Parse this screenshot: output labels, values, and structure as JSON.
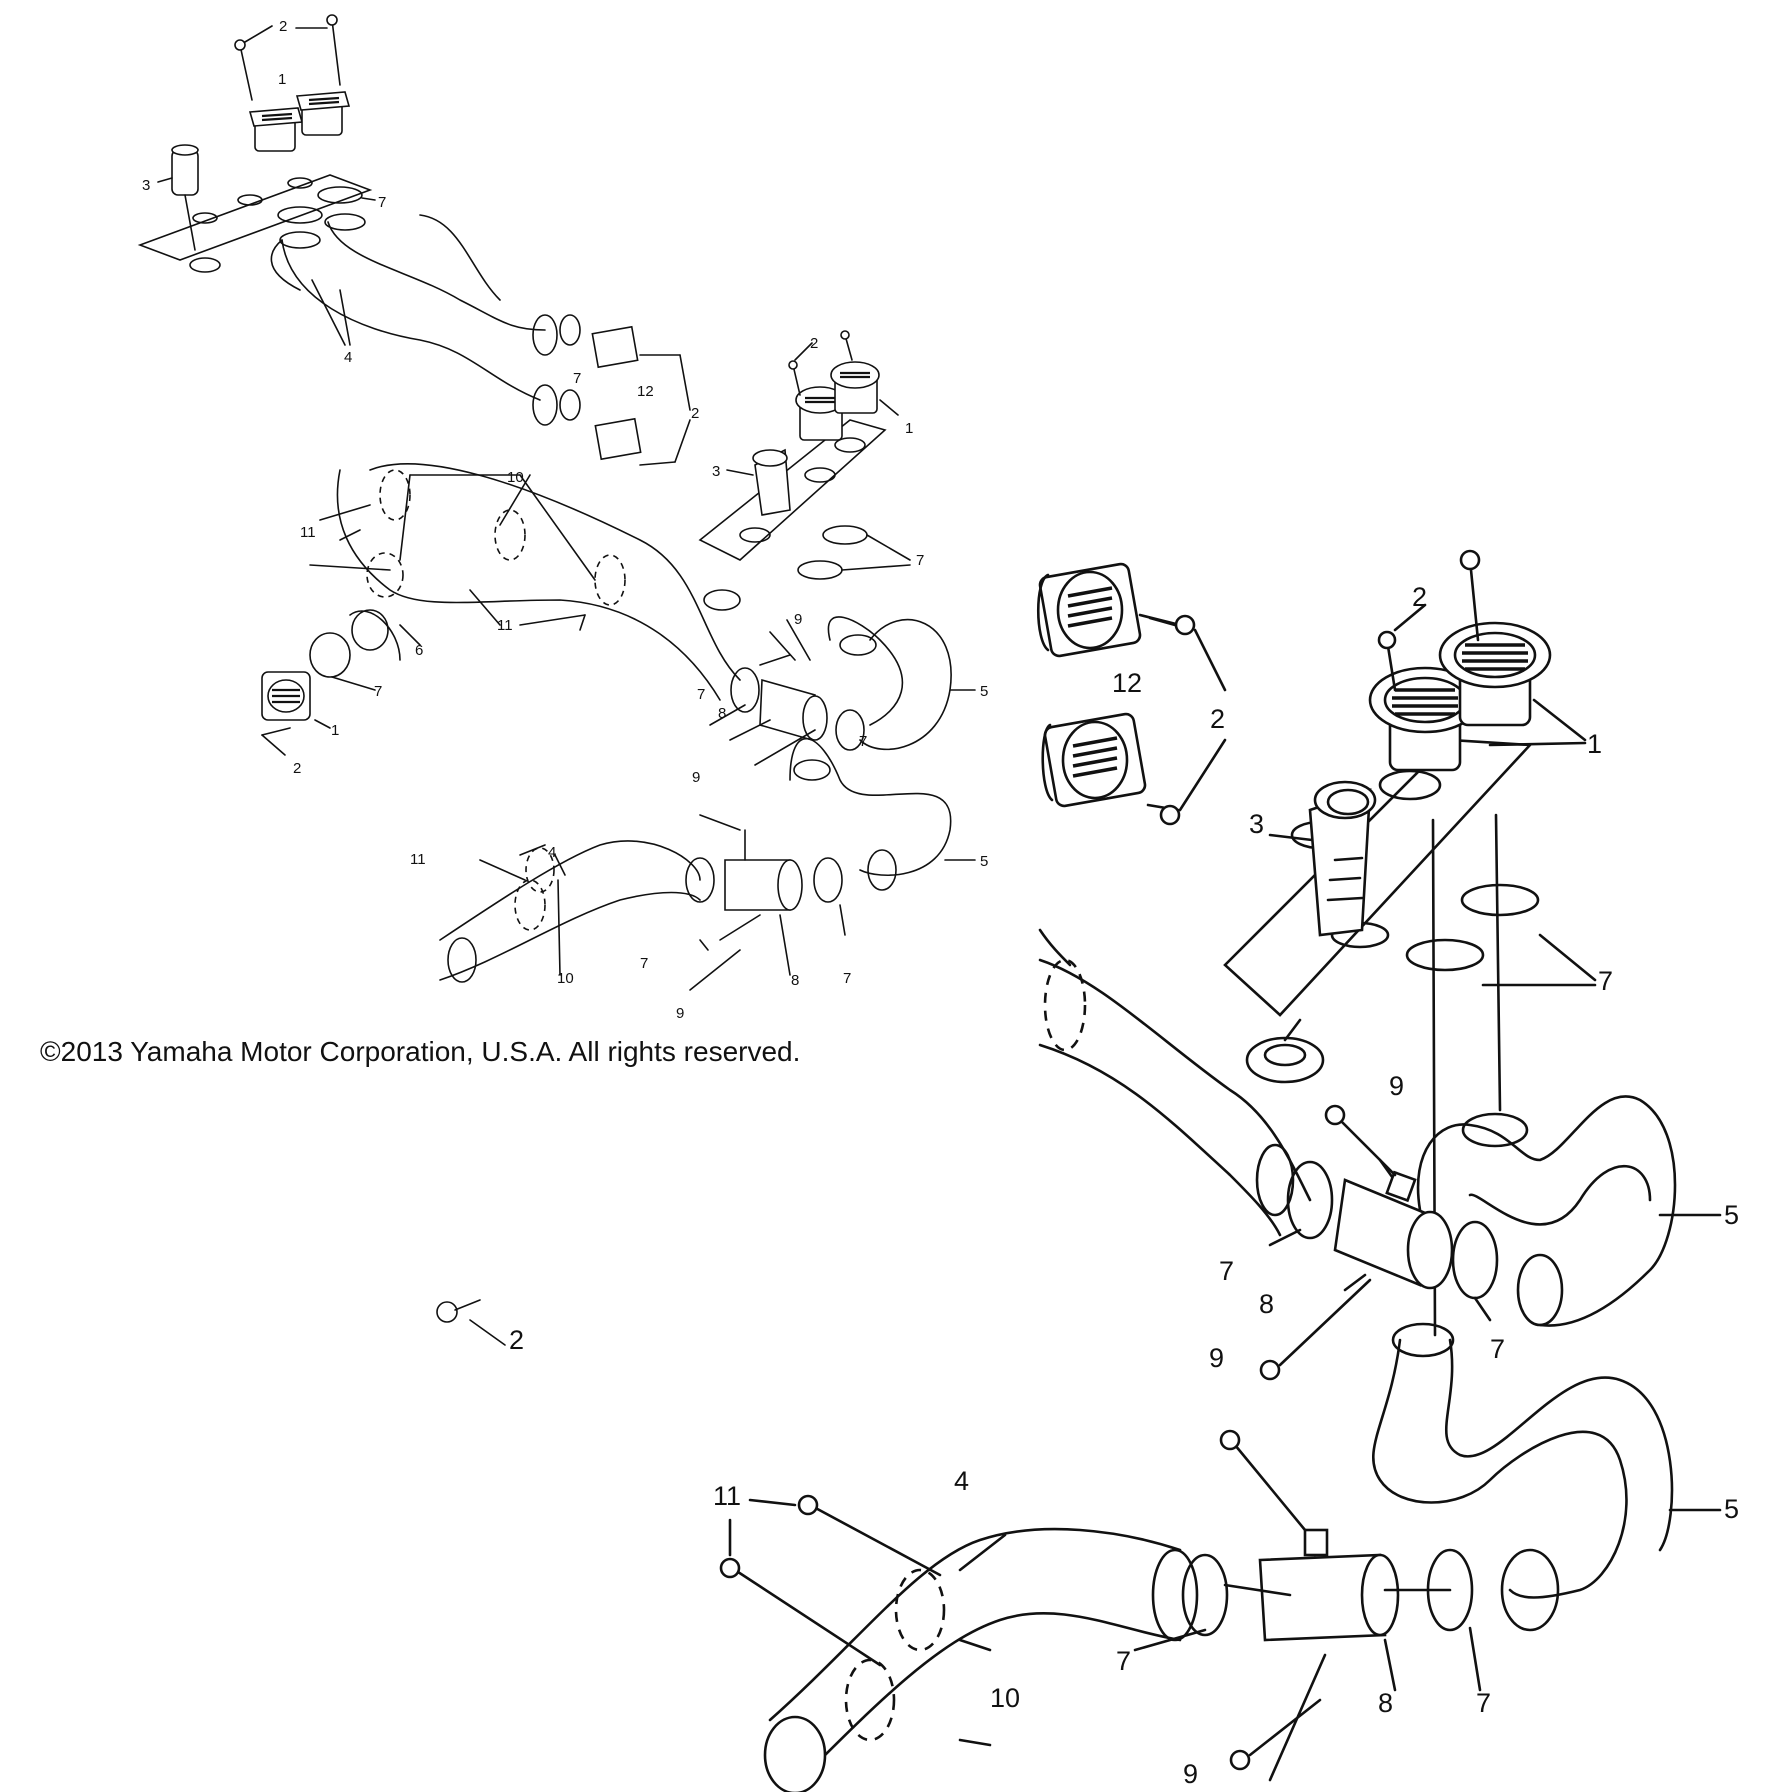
{
  "copyright": "©2013 Yamaha Motor Corporation, U.S.A. All rights reserved.",
  "callouts": {
    "n1": "1",
    "n2": "2",
    "n3": "3",
    "n4": "4",
    "n5": "5",
    "n6": "6",
    "n7": "7",
    "n8": "8",
    "n9": "9",
    "n10": "10",
    "n11": "11",
    "n12": "12"
  }
}
